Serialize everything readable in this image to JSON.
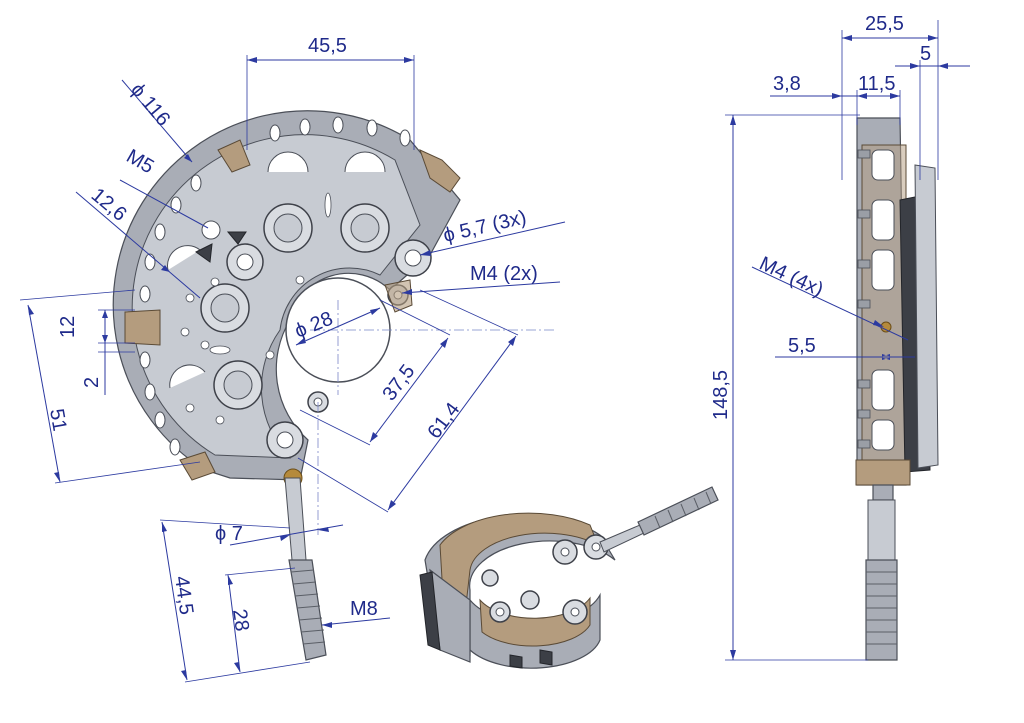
{
  "dimensions": {
    "width_top": "45,5",
    "dia_outer": "ϕ 116",
    "thread_m5": "M5",
    "dim_12_6": "12,6",
    "hole_dia": "ϕ 5,7  (3x)",
    "thread_m4_2x": "M4  (2x)",
    "dia_center": "ϕ 28",
    "radial_37_5": "37,5",
    "radial_61_4": "61,4",
    "dim_12": "12",
    "dim_2": "2",
    "dim_51": "51",
    "dia_stud": "ϕ 7",
    "stud_len": "44,5",
    "thread_len": "28",
    "thread_m8": "M8",
    "side_25_5": "25,5",
    "side_5": "5",
    "side_3_8": "3,8",
    "side_11_5": "11,5",
    "thread_m4_4x": "M4 (4x)",
    "side_5_5": "5,5",
    "height_148_5": "148,5"
  },
  "colors": {
    "dimension": "#1f2a8a",
    "metal": "#a9adb6",
    "insulator": "#b49c7e",
    "dark_part": "#3c3f46"
  }
}
